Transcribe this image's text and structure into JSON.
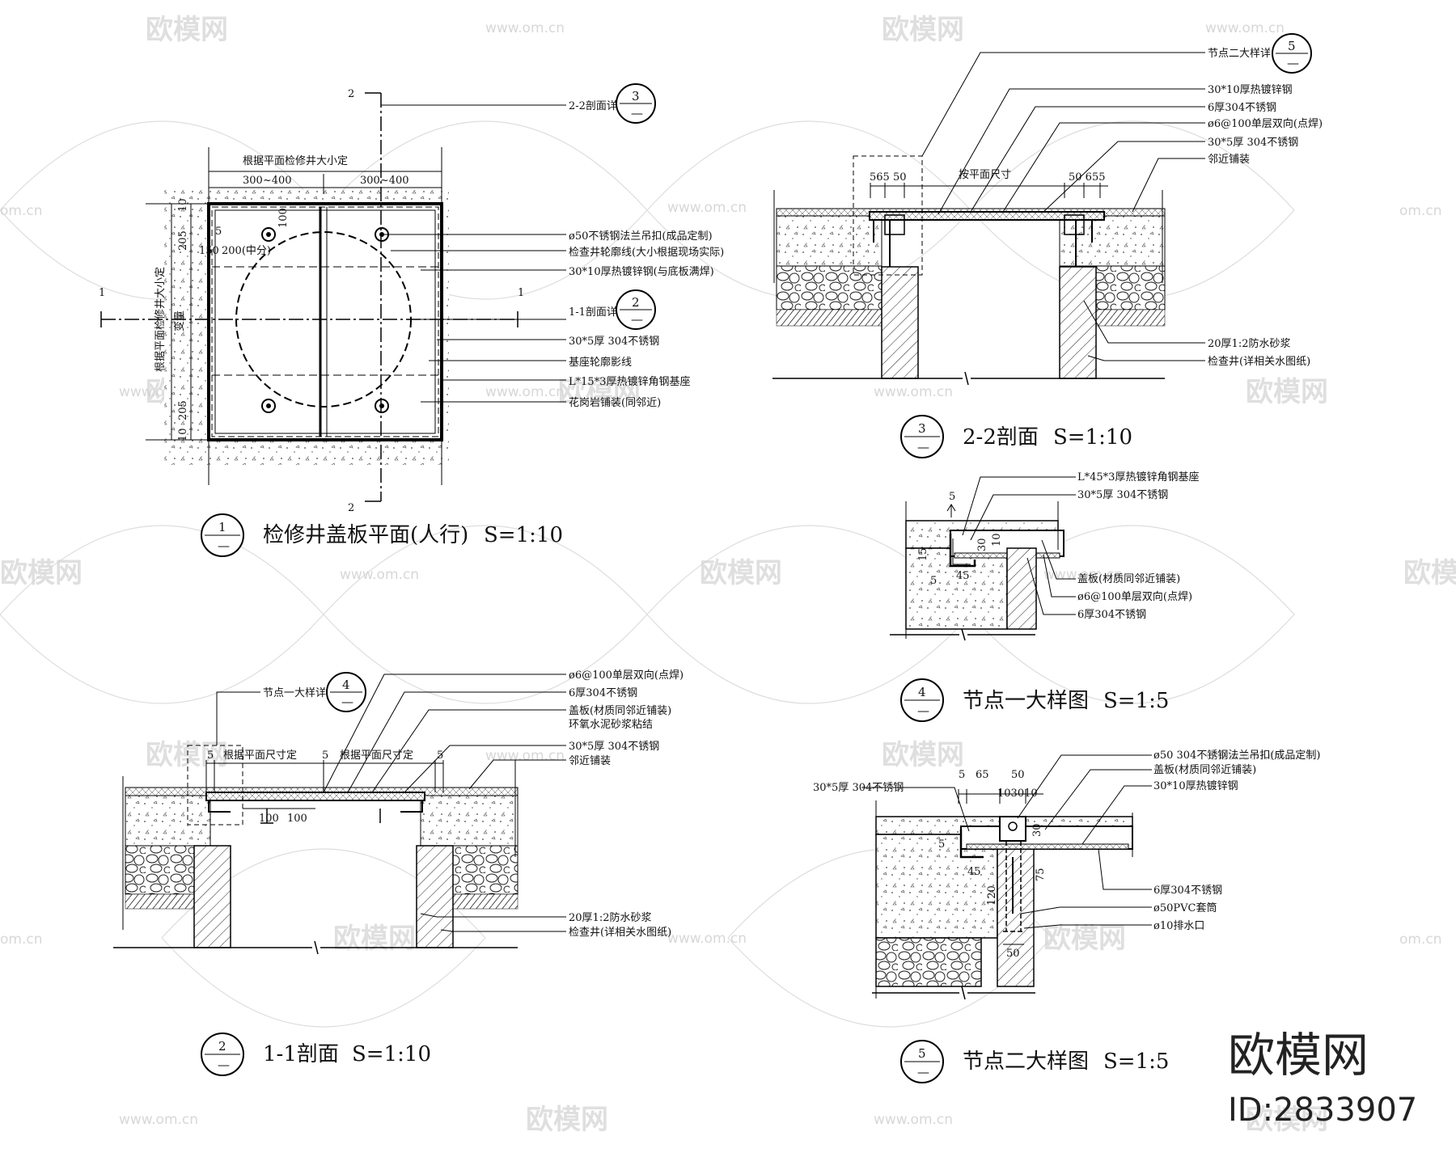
{
  "watermark": {
    "brand": "欧模网",
    "url": "www.om.cn",
    "url_short": "om.cn",
    "brand_partial": "欧模"
  },
  "branding": {
    "logo_text": "欧模网",
    "id_text": "ID:2833907"
  },
  "views": {
    "plan": {
      "number": "1",
      "title": "检修井盖板平面(人行)",
      "scale": "S=1:10",
      "dims": {
        "overall": "根据平面检修井大小定",
        "left": "300~400",
        "right": "300~400",
        "side": "根据平面检修井大小定",
        "var": "变量",
        "d205a": "205",
        "d205b": "205",
        "d10a": "10",
        "d10b": "10",
        "d5": "5",
        "d100": "100",
        "d150": "150",
        "d200": "200(中分)"
      },
      "cut_marks": {
        "top": "2",
        "bottom": "2",
        "left": "1",
        "right": "1"
      },
      "refs": {
        "r22": {
          "label": "2-2剖面详",
          "num": "3"
        },
        "r11": {
          "label": "1-1剖面详",
          "num": "2"
        }
      },
      "notes": [
        "ø50不锈钢法兰吊扣(成品定制)",
        "检查井轮廓线(大小根据现场实际)",
        "30*10厚热镀锌钢(与底板满焊)",
        "30*5厚 304不锈钢",
        "基座轮廓影线",
        "L*15*3厚热镀锌角钢基座",
        "花岗岩铺装(同邻近)"
      ]
    },
    "section22": {
      "number": "3",
      "title": "2-2剖面",
      "scale": "S=1:10",
      "ref": {
        "label": "节点二大样详",
        "num": "5"
      },
      "dims": {
        "left": "565 50",
        "mid": "按平面尺寸",
        "right": "50 655"
      },
      "notes_top": [
        "30*10厚热镀锌钢",
        "6厚304不锈钢",
        "ø6@100单层双向(点焊)",
        "30*5厚 304不锈钢",
        "邻近铺装"
      ],
      "notes_bottom": [
        "20厚1:2防水砂浆",
        "检查井(详相关水图纸)"
      ]
    },
    "section11": {
      "number": "2",
      "title": "1-1剖面",
      "scale": "S=1:10",
      "ref": {
        "label": "节点一大样详",
        "num": "4"
      },
      "dims": {
        "d5a": "5",
        "left": "根据平面尺寸定",
        "d5b": "5",
        "right": "根据平面尺寸定",
        "d5c": "5",
        "d100a": "100",
        "d100b": "100"
      },
      "notes_top": [
        "ø6@100单层双向(点焊)",
        "6厚304不锈钢",
        "盖板(材质同邻近铺装)",
        "环氧水泥砂浆粘结",
        "30*5厚 304不锈钢",
        "邻近铺装"
      ],
      "notes_bottom": [
        "20厚1:2防水砂浆",
        "检查井(详相关水图纸)"
      ]
    },
    "node1": {
      "number": "4",
      "title": "节点一大样图",
      "scale": "S=1:5",
      "dims": {
        "d5": "5",
        "d30": "30",
        "d10": "10",
        "d15": "15",
        "d45": "45",
        "d5b": "5"
      },
      "notes_top": [
        "L*45*3厚热镀锌角钢基座",
        "30*5厚 304不锈钢"
      ],
      "notes_bottom": [
        "盖板(材质同邻近铺装)",
        "ø6@100单层双向(点焊)",
        "6厚304不锈钢"
      ]
    },
    "node2": {
      "number": "5",
      "title": "节点二大样图",
      "scale": "S=1:5",
      "dims": {
        "d5": "5",
        "d65": "65",
        "d50": "50",
        "d103010": "103010",
        "d30": "30",
        "d45": "45",
        "d75": "75",
        "d120": "120",
        "d50b": "50",
        "d5b": "5"
      },
      "note_left": "30*5厚 304不锈钢",
      "notes_top": [
        "ø50 304不锈钢法兰吊扣(成品定制)",
        "盖板(材质同邻近铺装)",
        "30*10厚热镀锌钢"
      ],
      "notes_bottom": [
        "6厚304不锈钢",
        "ø50PVC套筒",
        "ø10排水口"
      ]
    }
  }
}
